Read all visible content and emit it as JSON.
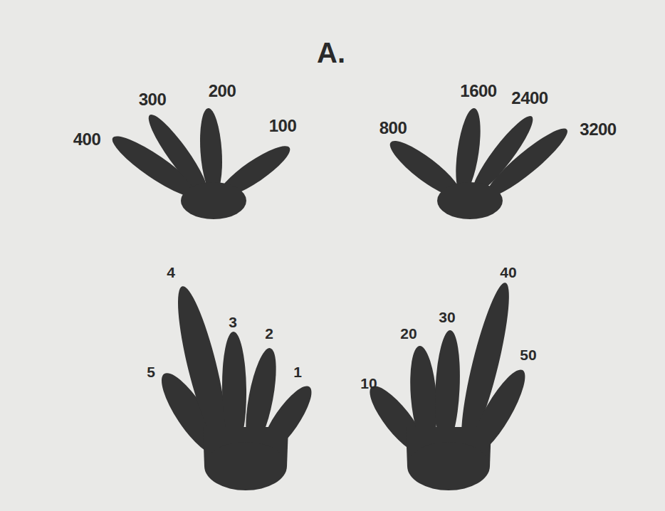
{
  "diagram": {
    "title": "A.",
    "labels": [
      "400",
      "300",
      "200",
      "100",
      "800",
      "1600",
      "2400",
      "3200",
      "5",
      "4",
      "3",
      "2",
      "1",
      "10",
      "20",
      "30",
      "40",
      "50"
    ]
  }
}
